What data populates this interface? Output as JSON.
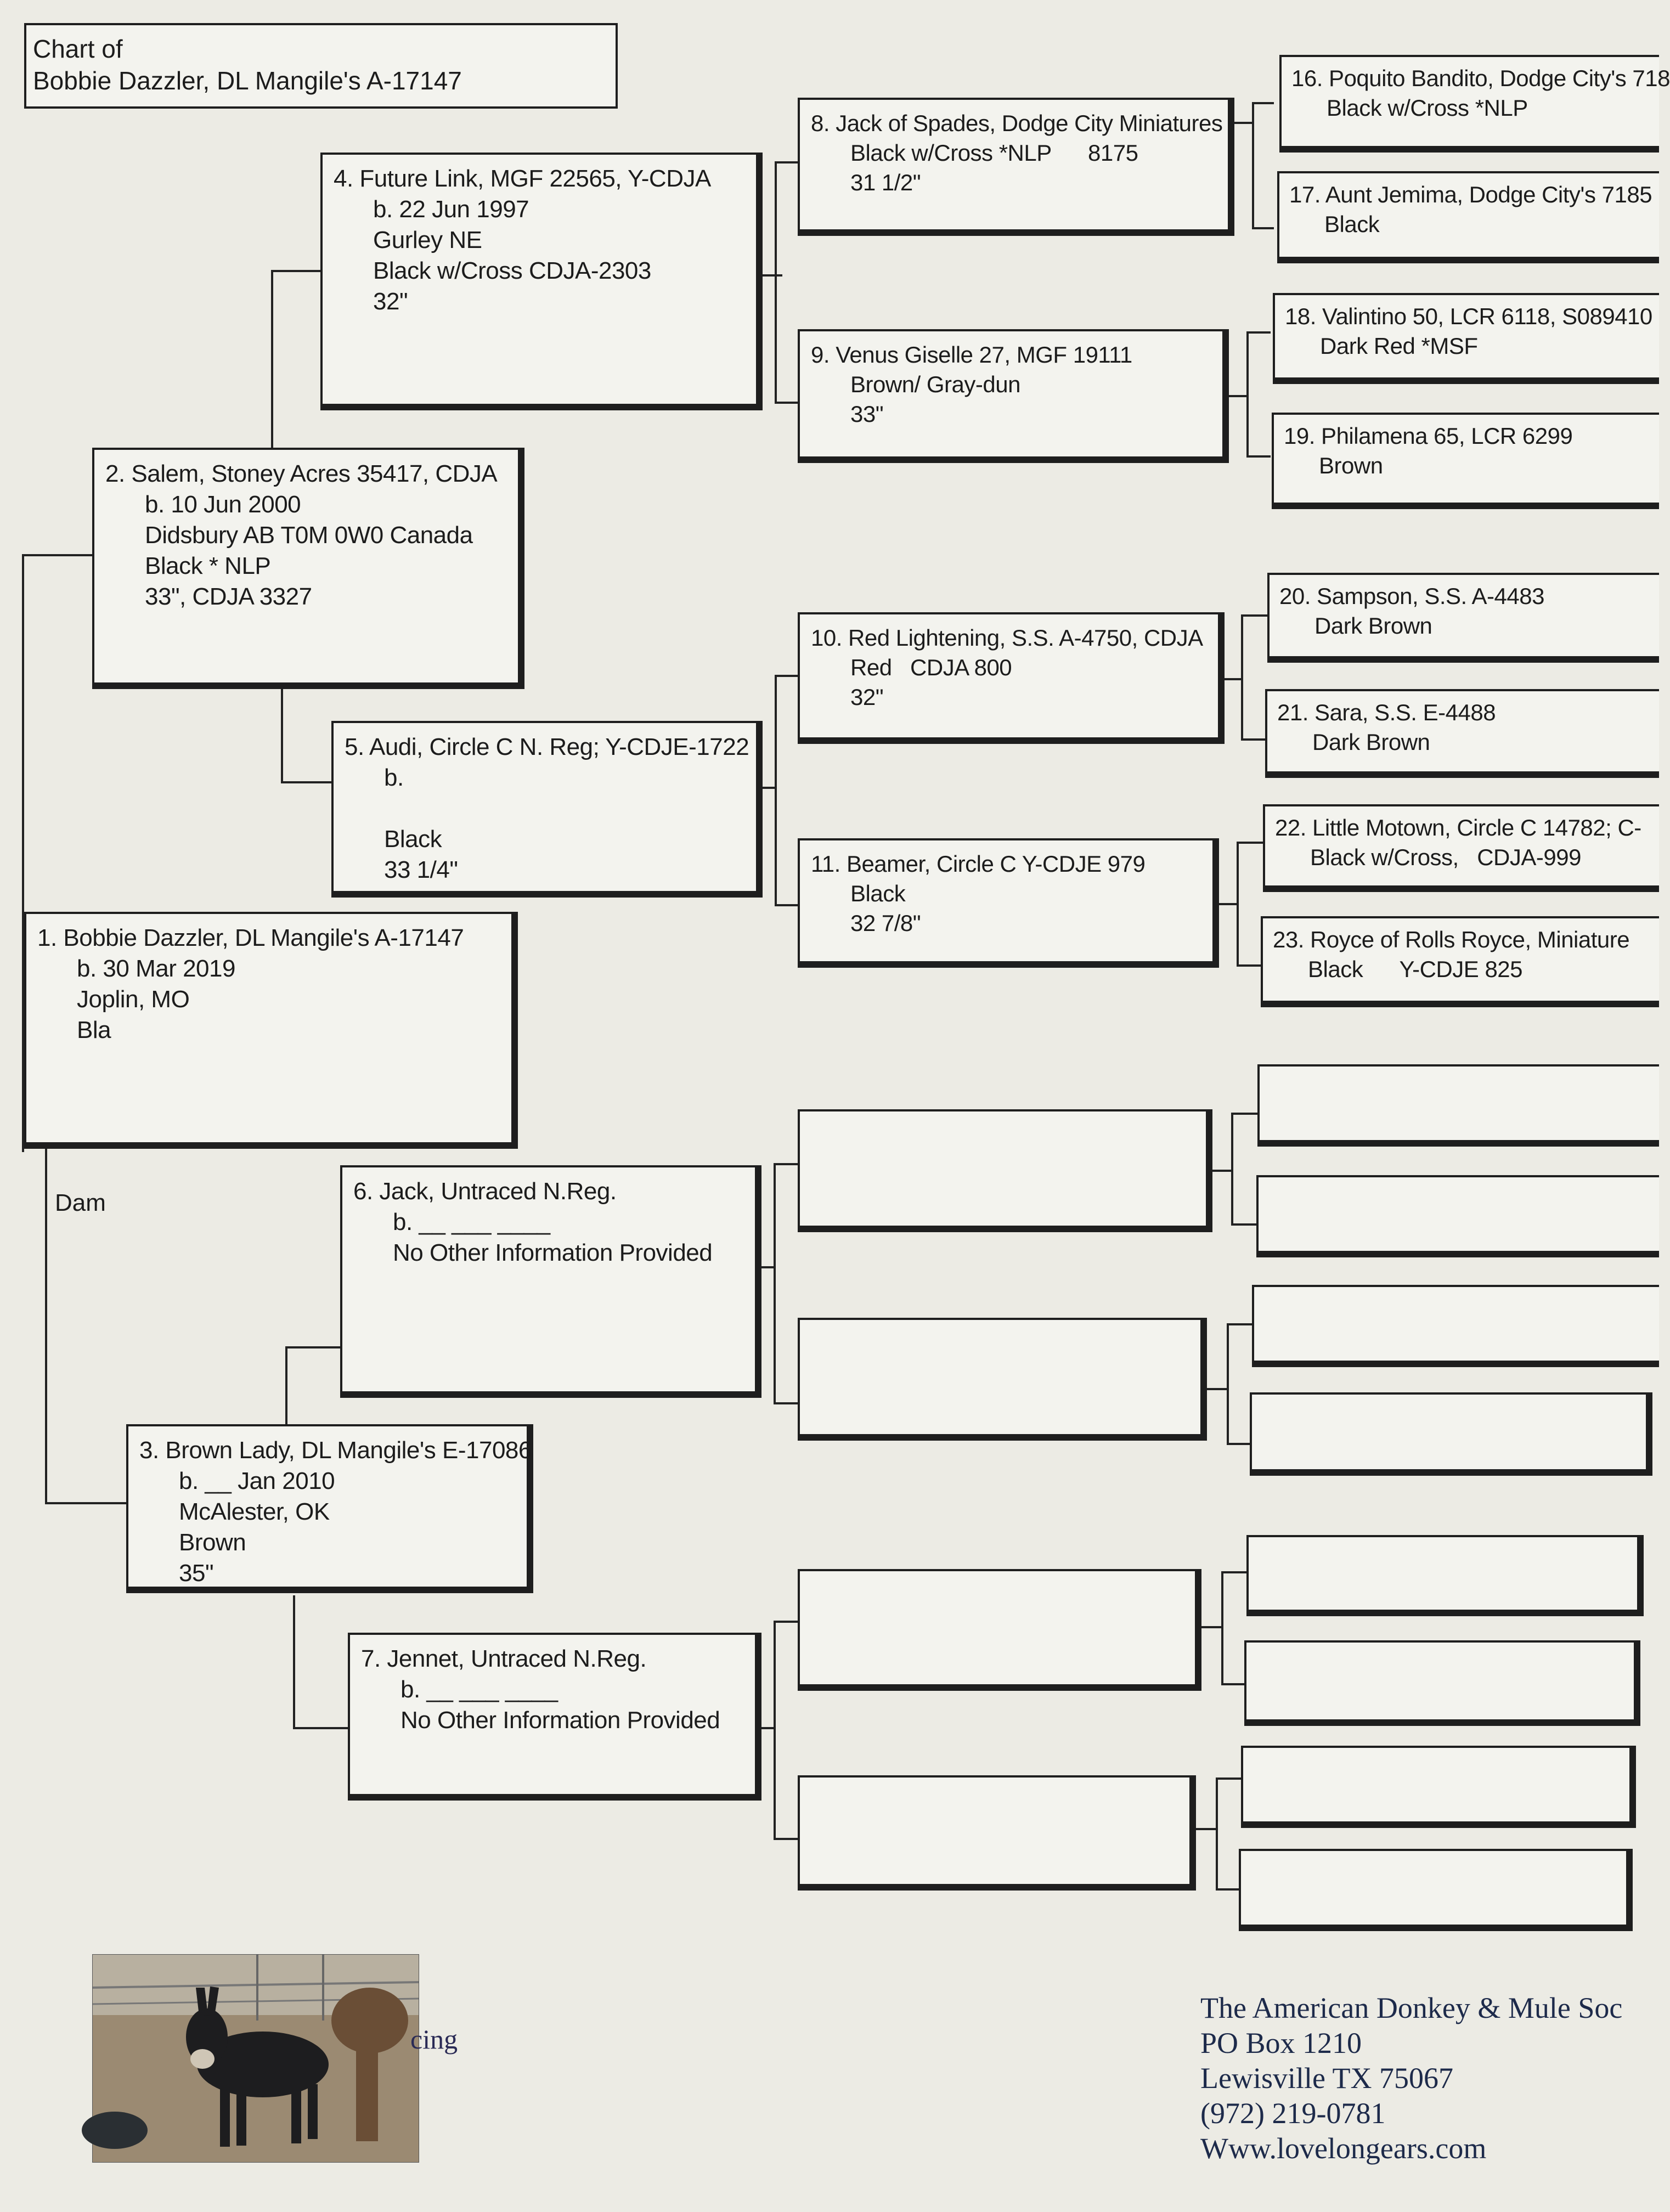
{
  "chart_title": {
    "line1": "Chart of",
    "line2": "Bobbie Dazzler, DL Mangile's A-17147"
  },
  "dam_label": "Dam",
  "animals": {
    "a1": [
      "1. Bobbie Dazzler, DL Mangile's A-17147",
      "b. 30 Mar 2019",
      "Joplin, MO",
      "Bla"
    ],
    "a2": [
      "2. Salem, Stoney Acres 35417, CDJA",
      "b. 10 Jun 2000",
      "Didsbury AB T0M 0W0 Canada",
      "Black * NLP",
      "33\", CDJA 3327"
    ],
    "a3": [
      "3. Brown Lady, DL Mangile's E-17086",
      "b. __ Jan 2010",
      "McAlester, OK",
      "Brown",
      "35\""
    ],
    "a4": [
      "4. Future Link, MGF 22565, Y-CDJA",
      "b. 22 Jun 1997",
      "Gurley NE",
      "Black w/Cross  CDJA-2303",
      "32\""
    ],
    "a5": [
      "5. Audi, Circle C N. Reg; Y-CDJE-1722",
      "b.",
      "",
      "Black",
      "33 1/4\""
    ],
    "a6": [
      "6. Jack, Untraced N.Reg.",
      "b. __ ___ ____",
      "No Other Information Provided"
    ],
    "a7": [
      "7. Jennet, Untraced N.Reg.",
      "b. __ ___ ____",
      "No Other Information Provided"
    ],
    "a8": [
      "8. Jack of Spades, Dodge City Miniatures",
      "Black w/Cross *NLP      8175",
      "31 1/2\""
    ],
    "a9": [
      "9. Venus Giselle 27, MGF 19111",
      "Brown/ Gray-dun",
      "33\""
    ],
    "a10": [
      "10. Red Lightening, S.S. A-4750, CDJA",
      "Red   CDJA 800",
      "32\""
    ],
    "a11": [
      "11. Beamer, Circle C Y-CDJE 979",
      "Black",
      "32 7/8\""
    ],
    "a16": [
      "16. Poquito Bandito, Dodge City's 718",
      "Black w/Cross *NLP"
    ],
    "a17": [
      "17. Aunt Jemima, Dodge City's 7185",
      "Black"
    ],
    "a18": [
      "18. Valintino 50, LCR 6118, S089410",
      "Dark Red *MSF"
    ],
    "a19": [
      "19. Philamena 65, LCR 6299",
      "Brown"
    ],
    "a20": [
      "20. Sampson, S.S. A-4483",
      "Dark Brown"
    ],
    "a21": [
      "21. Sara, S.S. E-4488",
      "Dark Brown"
    ],
    "a22": [
      "22. Little Motown, Circle C 14782; C-",
      "Black w/Cross,   CDJA-999"
    ],
    "a23": [
      "23. Royce of Rolls Royce, Miniature",
      "Black      Y-CDJE 825"
    ]
  },
  "footer": {
    "org": "The American Donkey & Mule Soc",
    "address": "PO Box 1210",
    "city": "Lewisville TX 75067",
    "phone": "(972) 219-0781",
    "web": "Www.lovelongears.com"
  },
  "partial_text": "cing",
  "photo_icon": "donkey-photo"
}
